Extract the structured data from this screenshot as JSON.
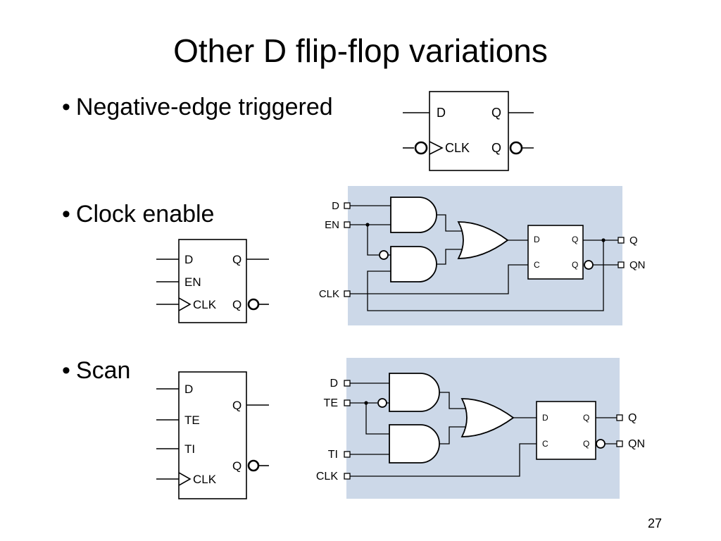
{
  "slide": {
    "title": "Other D flip-flop variations",
    "page_number": "27",
    "bullets": [
      "Negative-edge triggered",
      "Clock enable",
      "Scan"
    ]
  },
  "neg_edge_symbol": {
    "pins": [
      "D",
      "Q",
      "CLK",
      "Q"
    ]
  },
  "clock_enable_symbol": {
    "pins": [
      "D",
      "Q",
      "EN",
      "CLK",
      "Q"
    ]
  },
  "clock_enable_schematic": {
    "inputs": [
      "D",
      "EN",
      "CLK"
    ],
    "ff_pins": [
      "D",
      "Q",
      "C",
      "Q"
    ],
    "outputs": [
      "Q",
      "QN"
    ]
  },
  "scan_symbol": {
    "pins": [
      "D",
      "Q",
      "TE",
      "TI",
      "Q",
      "CLK"
    ]
  },
  "scan_schematic": {
    "inputs": [
      "D",
      "TE",
      "TI",
      "CLK"
    ],
    "ff_pins": [
      "D",
      "Q",
      "C",
      "Q"
    ],
    "outputs": [
      "Q",
      "QN"
    ]
  },
  "colors": {
    "schematic_bg": "#ccd8e8",
    "line": "#000000"
  }
}
